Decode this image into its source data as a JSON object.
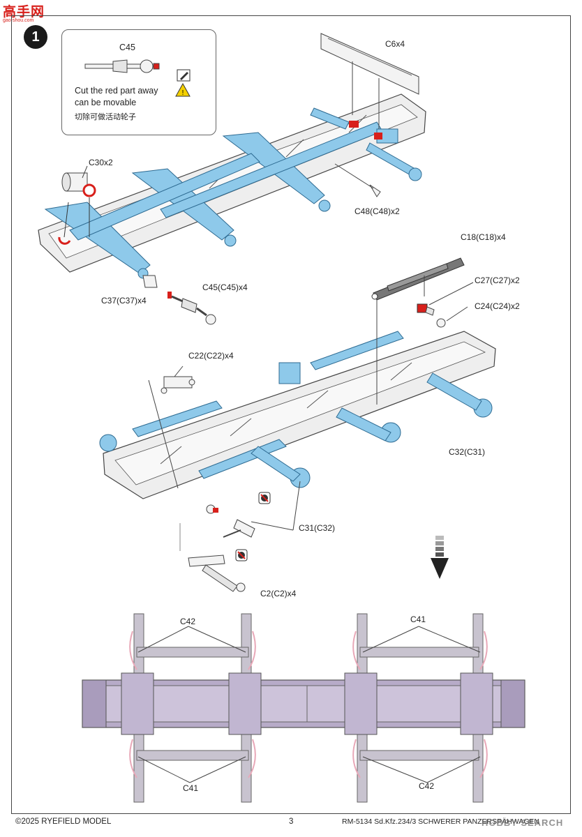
{
  "watermark": {
    "site": "高手网",
    "url": "gao-shou.com"
  },
  "step": "1",
  "callout": {
    "part": "C45",
    "line1": "Cut the red part away",
    "line2": "can be movable",
    "line3": "切除可做活动轮子"
  },
  "labels": {
    "c6": "C6x4",
    "c30": "C30x2",
    "c48": "C48(C48)x2",
    "c37": "C37(C37)x4",
    "c45": "C45(C45)x4",
    "c18": "C18(C18)x4",
    "c27": "C27(C27)x2",
    "c24": "C24(C24)x2",
    "c22": "C22(C22)x4",
    "c32": "C32(C31)",
    "c31": "C31(C32)",
    "c2": "C2(C2)x4",
    "c42_top": "C42",
    "c41_top": "C41",
    "c41_bottom": "C41",
    "c42_bottom": "C42"
  },
  "footer": {
    "copyright": "©2025 RYEFIELD MODEL",
    "page": "3",
    "product": "RM-5134 Sd.Kfz.234/3 SCHWERER PANZERSPÄHWAGEN",
    "brand": "HOBBY SEARCH"
  },
  "colors": {
    "part_blue": "#8ec9ea",
    "part_blue_dark": "#5ba6d3",
    "frame_grey": "#eeeeee",
    "cut_red": "#d8201b",
    "purple_frame": "#b7abc8",
    "purple_light": "#cdc3da",
    "grey_struts": "#b9b3c2",
    "pink_cable": "#e8a8b8"
  },
  "icons": [
    "pencil-icon",
    "warning-icon",
    "glue-prohibited-icon",
    "down-arrow-icon"
  ]
}
